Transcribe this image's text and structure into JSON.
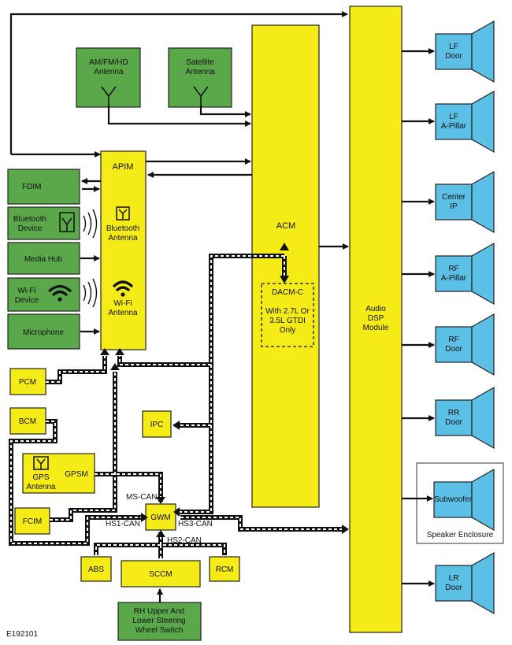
{
  "modules": {
    "am_fm": [
      "AM/FM/HD",
      "Antenna"
    ],
    "satellite": [
      "Satellite",
      "Antenna"
    ],
    "apim": "APIM",
    "bt_antenna": [
      "Bluetooth",
      "Antenna"
    ],
    "wifi_antenna": [
      "Wi-Fi",
      "Antenna"
    ],
    "fdim": "FDIM",
    "bt_device": [
      "Bluetooth",
      "Device"
    ],
    "media_hub": "Media Hub",
    "wifi_device": [
      "Wi-Fi",
      "Device"
    ],
    "microphone": "Microphone",
    "acm": "ACM",
    "dacm": "DACM-C",
    "dacm_note": [
      "With 2.7L Or",
      "3.5L GTDI",
      "Only"
    ],
    "audio_dsp": [
      "Audio",
      "DSP",
      "Module"
    ],
    "pcm": "PCM",
    "bcm": "BCM",
    "ipc": "IPC",
    "gpsm": "GPSM",
    "gps_antenna": [
      "GPS",
      "Antenna"
    ],
    "fcim": "FCIM",
    "gwm": "GWM",
    "abs": "ABS",
    "sccm": "SCCM",
    "rcm": "RCM",
    "steering_switch": [
      "RH Upper And",
      "Lower Steering",
      "Wheel Switch"
    ]
  },
  "buses": {
    "ms_can": "MS-CAN",
    "hs1_can": "HS1-CAN",
    "hs3_can": "HS3-CAN",
    "hs2_can": "HS2-CAN"
  },
  "speakers": [
    [
      "LF",
      "Door"
    ],
    [
      "LF",
      "A-Pillar"
    ],
    [
      "Center",
      "IP"
    ],
    [
      "RF",
      "A-Pillar"
    ],
    [
      "RF",
      "Door"
    ],
    [
      "RR",
      "Door"
    ],
    [
      "Subwoofer"
    ],
    [
      "LR",
      "Door"
    ]
  ],
  "speaker_enclosure": "Speaker Enclosure",
  "figure_id": "E192101"
}
